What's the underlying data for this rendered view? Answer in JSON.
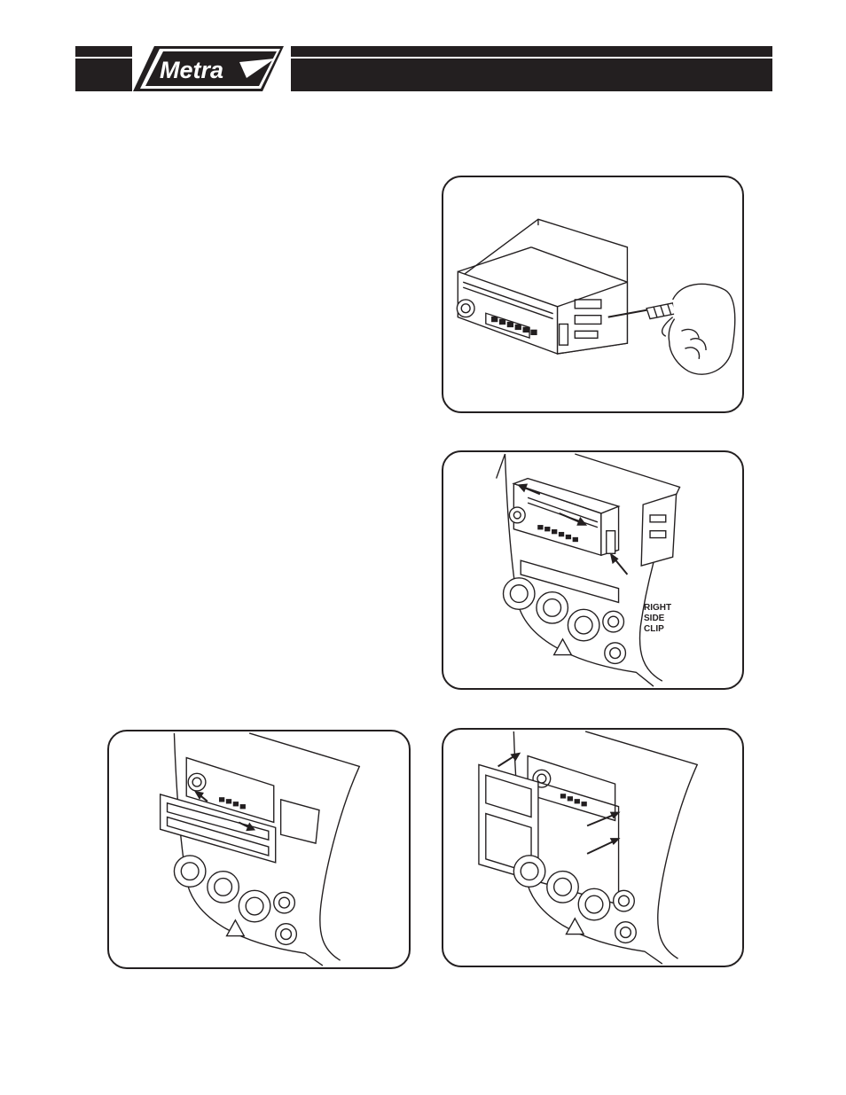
{
  "brand": {
    "logo_text": "Metra"
  },
  "figures": [
    {
      "id": "fig-radio-screwdriver"
    },
    {
      "id": "fig-radio-in-dash",
      "callout": [
        "RIGHT",
        "SIDE",
        "CLIP"
      ]
    },
    {
      "id": "fig-trim-plate-installed"
    },
    {
      "id": "fig-trim-plate-exploded"
    }
  ],
  "colors": {
    "ink": "#231f20",
    "paper": "#ffffff"
  }
}
